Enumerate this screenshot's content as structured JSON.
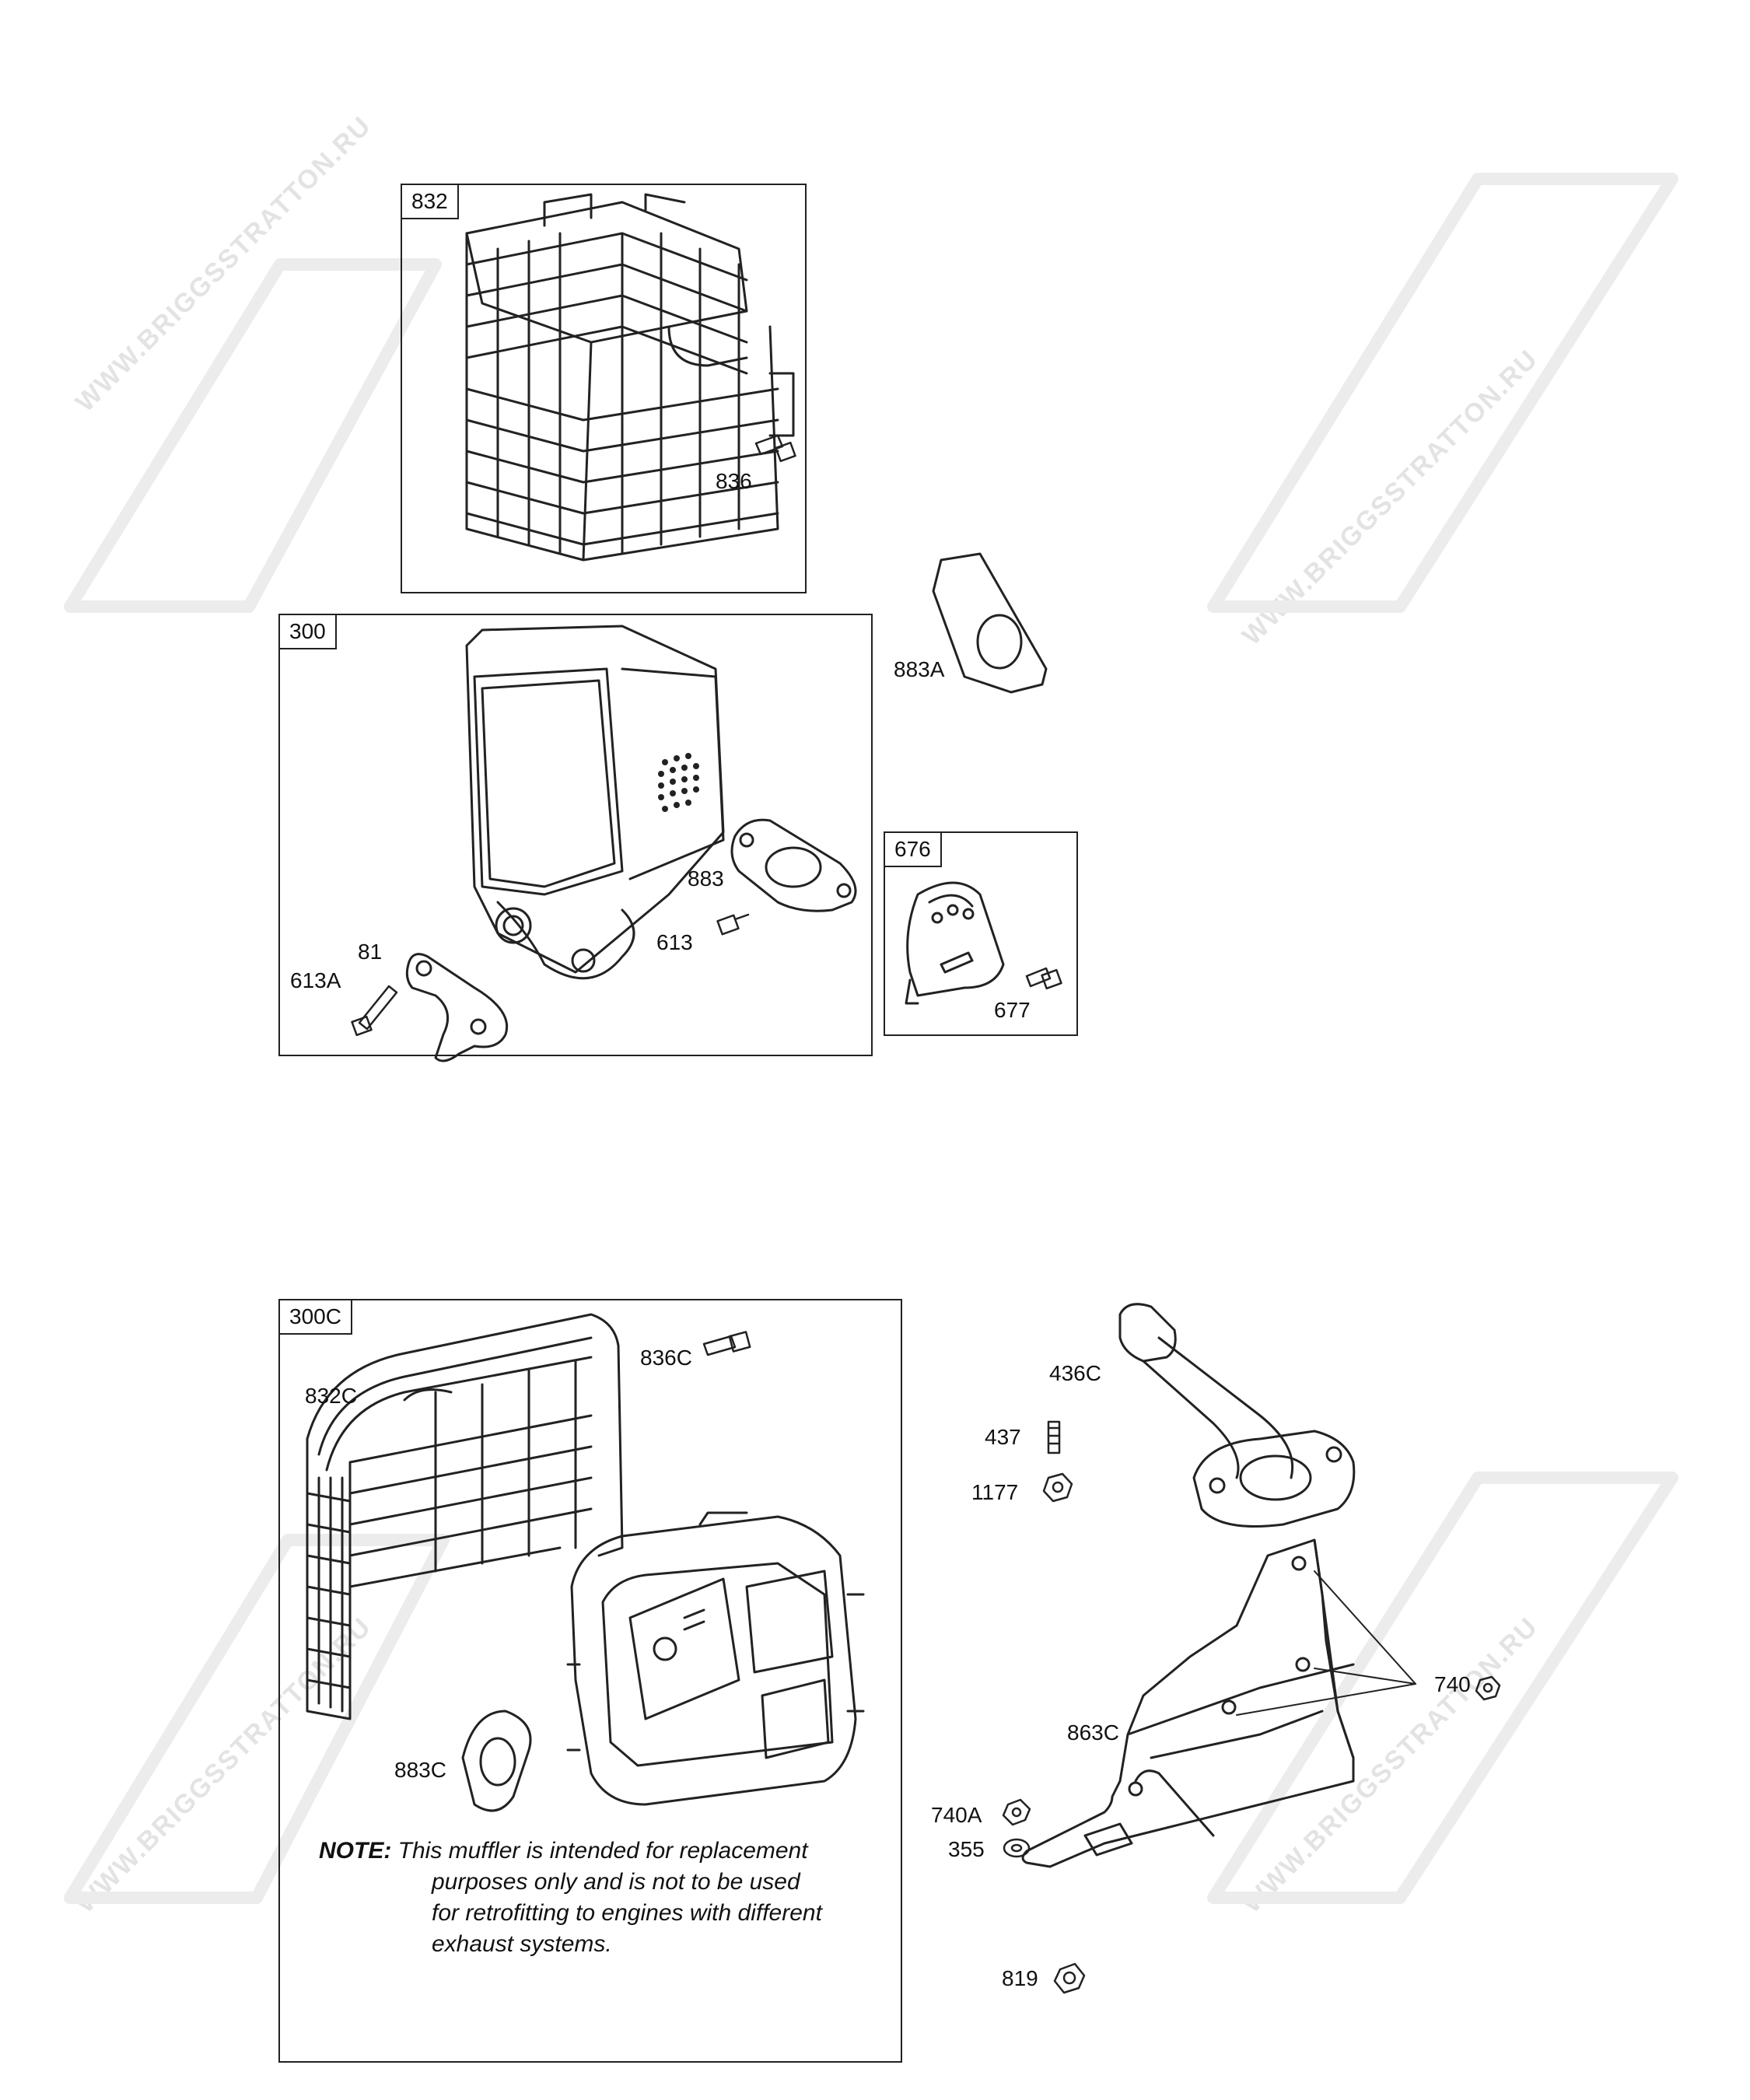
{
  "watermark": "WWW.BRIGGSSTRATTON.RU",
  "groups": {
    "g832": "832",
    "g300": "300",
    "g676": "676",
    "g300c": "300C"
  },
  "parts": {
    "p836": "836",
    "p883a": "883A",
    "p883": "883",
    "p81": "81",
    "p613a": "613A",
    "p613": "613",
    "p677": "677",
    "p836c": "836C",
    "p832c": "832C",
    "p883c": "883C",
    "p436c": "436C",
    "p437": "437",
    "p1177": "1177",
    "p740": "740",
    "p863c": "863C",
    "p740a": "740A",
    "p355": "355",
    "p819": "819"
  },
  "note": {
    "head": "NOTE:",
    "line1": "This muffler is intended for replacement",
    "line2": "purposes only and is not to be used",
    "line3": "for retrofitting to engines with different",
    "line4": "exhaust systems."
  }
}
